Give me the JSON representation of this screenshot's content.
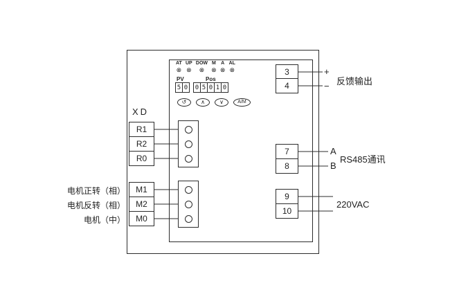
{
  "panel": {
    "indicators": [
      "AT",
      "UP",
      "DOW",
      "M",
      "A",
      "AL"
    ],
    "indicator_symbol": "⊗",
    "display": {
      "pv_label": "PV",
      "pos_label": "Pos",
      "pv_digits": [
        "5",
        "0"
      ],
      "pos_digits": [
        "0",
        "5",
        "0",
        "1",
        "0"
      ]
    },
    "buttons": {
      "cycle": "↺",
      "up": "∧",
      "down": "∨",
      "auto_manual": "A/M"
    }
  },
  "left": {
    "xd_label": "XD",
    "r_terminals": [
      "R1",
      "R2",
      "R0"
    ],
    "m_terminals": [
      "M1",
      "M2",
      "M0"
    ],
    "motor_labels": [
      "电机正转（相）",
      "电机反转（相）",
      "电机（中）"
    ]
  },
  "right": {
    "feedback": {
      "terminals": [
        "3",
        "4"
      ],
      "plus": "+",
      "minus": "−",
      "label": "反馈输出"
    },
    "rs485": {
      "terminals": [
        "7",
        "8"
      ],
      "line_a": "A",
      "line_b": "B",
      "label": "RS485通讯"
    },
    "power": {
      "terminals": [
        "9",
        "10"
      ],
      "label": "220VAC"
    }
  }
}
